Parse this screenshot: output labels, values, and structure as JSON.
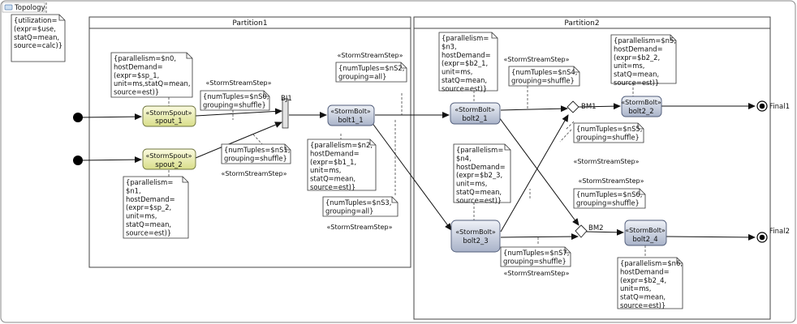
{
  "diagram": {
    "tab_label": "Topology",
    "topology_note": [
      "{utilization=",
      "(expr=$use,",
      "statQ=mean,",
      "source=calc)}"
    ],
    "partitions": [
      "Partition1",
      "Partition2"
    ],
    "stereotypes": {
      "spout": "«StormSpout»",
      "bolt": "«StormBolt»",
      "step": "«StormStreamStep»"
    },
    "nodes": {
      "spout_1": "spout_1",
      "spout_2": "spout_2",
      "bolt1_1": "bolt1_1",
      "bolt2_1": "bolt2_1",
      "bolt2_2": "bolt2_2",
      "bolt2_3": "bolt2_3",
      "bolt2_4": "bolt2_4",
      "bj1": "BJ1",
      "bm1": "BM1",
      "bm2": "BM2",
      "final1": "Final1",
      "final2": "Final2"
    },
    "notes": {
      "spout1_note": [
        "{parallelism=$n0,",
        "hostDemand=",
        "(expr=$sp_1,",
        "unit=ms,statQ=mean,",
        "source=est)}"
      ],
      "spout2_note": [
        "{parallelism=",
        "$n1,",
        "hostDemand=",
        "(expr=$sp_2,",
        "unit=ms,",
        "statQ=mean,",
        "source=est)}"
      ],
      "bolt1_1_note": [
        "{parallelism=$n2,",
        "hostDemand=",
        "(expr=$b1_1,",
        "unit=ms,",
        "statQ=mean,",
        "source=est)}"
      ],
      "bolt2_1_note": [
        "{parallelism=",
        "$n3,",
        "hostDemand=",
        "(expr=$b2_1,",
        "unit=ms,",
        "statQ=mean,",
        "source=est)}"
      ],
      "bolt2_2_note": [
        "{parallelism=$n5,",
        "hostDemand=",
        "(expr=$b2_2,",
        "unit=ms,",
        "statQ=mean,",
        "source=est)}"
      ],
      "bolt2_3_note": [
        "{parallelism=",
        "$n4,",
        "hostDemand=",
        "(expr=$b2_3,",
        "unit=ms,",
        "statQ=mean,",
        "source=est)}"
      ],
      "bolt2_4_note": [
        "{parallelism=$n6,",
        "hostDemand=",
        "(expr=$b2_4,",
        "unit=ms,",
        "statQ=mean,",
        "source=est)}"
      ],
      "s0": [
        "{numTuples=$nS0,",
        "grouping=shuffle}"
      ],
      "s1": [
        "{numTuples=$nS1,",
        "grouping=shuffle}"
      ],
      "s2": [
        "{numTuples=$nS2,",
        "grouping=all}"
      ],
      "s3": [
        "{numTuples=$nS3,",
        "grouping=all}"
      ],
      "s4": [
        "{numTuples=$nS4,",
        "grouping=shuffle}"
      ],
      "s55": [
        "{numTuples=$nS5,",
        "grouping=shuffle}"
      ],
      "s56": [
        "{numTuples=$nS6,",
        "grouping=shuffle}"
      ],
      "s57": [
        "{numTuples=$nS7,",
        "grouping=shuffle}"
      ]
    }
  }
}
